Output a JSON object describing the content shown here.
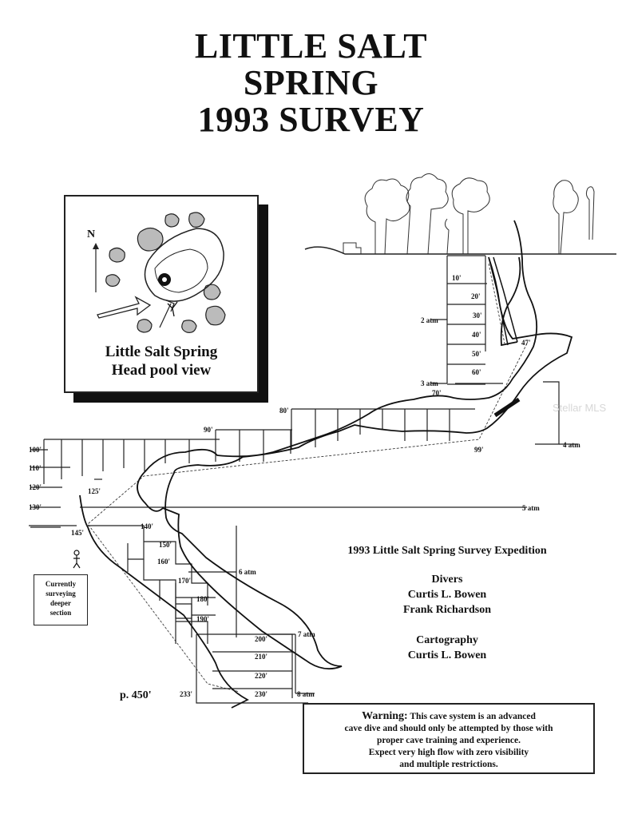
{
  "title": {
    "line1": "LITTLE SALT",
    "line2": "SPRING",
    "line3": "1993 SURVEY"
  },
  "inset": {
    "north": "N",
    "caption1": "Little Salt Spring",
    "caption2": "Head pool view"
  },
  "depths": [
    "10'",
    "20'",
    "30'",
    "40'",
    "50'",
    "60'",
    "47'",
    "70'",
    "80'",
    "90'",
    "99'",
    "100'",
    "110'",
    "120'",
    "125'",
    "130'",
    "140'",
    "145'",
    "150'",
    "160'",
    "170'",
    "180'",
    "190'",
    "200'",
    "210'",
    "220'",
    "230'",
    "233'"
  ],
  "pressures": [
    "2 atm",
    "3 atm",
    "4 atm",
    "5 atm",
    "6 atm",
    "7 atm",
    "8 atm"
  ],
  "deep_note": "p. 450'",
  "box_note": [
    "Currently",
    "surveying",
    "deeper",
    "section"
  ],
  "credits": {
    "expedition": "1993 Little Salt Spring Survey Expedition",
    "divers_heading": "Divers",
    "diver1": "Curtis L. Bowen",
    "diver2": "Frank Richardson",
    "cartography_heading": "Cartography",
    "cartographer": "Curtis L. Bowen"
  },
  "warning": {
    "label": "Warning:",
    "line1": "This cave system is an advanced",
    "line2": "cave dive and should only be attempted by those with",
    "line3": "proper cave training and experience.",
    "line4": "Expect very high flow with zero visibility",
    "line5": "and multiple restrictions."
  },
  "watermark": "Stellar MLS"
}
